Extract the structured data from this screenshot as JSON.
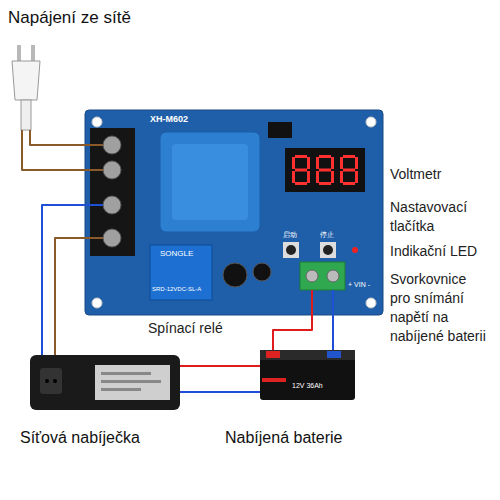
{
  "diagram": {
    "nodes": [
      {
        "text": [
          "Napájení ze sítě"
        ]
      },
      {
        "text": [
          "XH-M602"
        ]
      },
      {
        "text": [
          "Síťová nabíječka"
        ]
      },
      {
        "text": [
          "Nabíjená baterie"
        ]
      }
    ],
    "edges": [
      {
        "from": 0,
        "to": 1,
        "arrow": "none"
      },
      {
        "from": 0,
        "to": 1,
        "arrow": "none"
      },
      {
        "from": 1,
        "to": 2,
        "arrow": "none"
      },
      {
        "from": 1,
        "to": 2,
        "arrow": "none"
      },
      {
        "from": 2,
        "to": 3,
        "arrow": "none"
      },
      {
        "from": 2,
        "to": 3,
        "arrow": "none"
      },
      {
        "from": 1,
        "to": 3,
        "arrow": "none"
      },
      {
        "from": 1,
        "to": 3,
        "arrow": "none"
      }
    ],
    "labels": [
      "Voltmetr",
      "Nastavovací tlačítka",
      "Indikační LED",
      "Svorkovnice pro snímání napětí na nabíjené baterii",
      "Spínací relé",
      "+ VIN -",
      "启动",
      "停止",
      "SONGLE",
      "SRD-12VDC-SL-A",
      "12V 36Ah"
    ]
  }
}
